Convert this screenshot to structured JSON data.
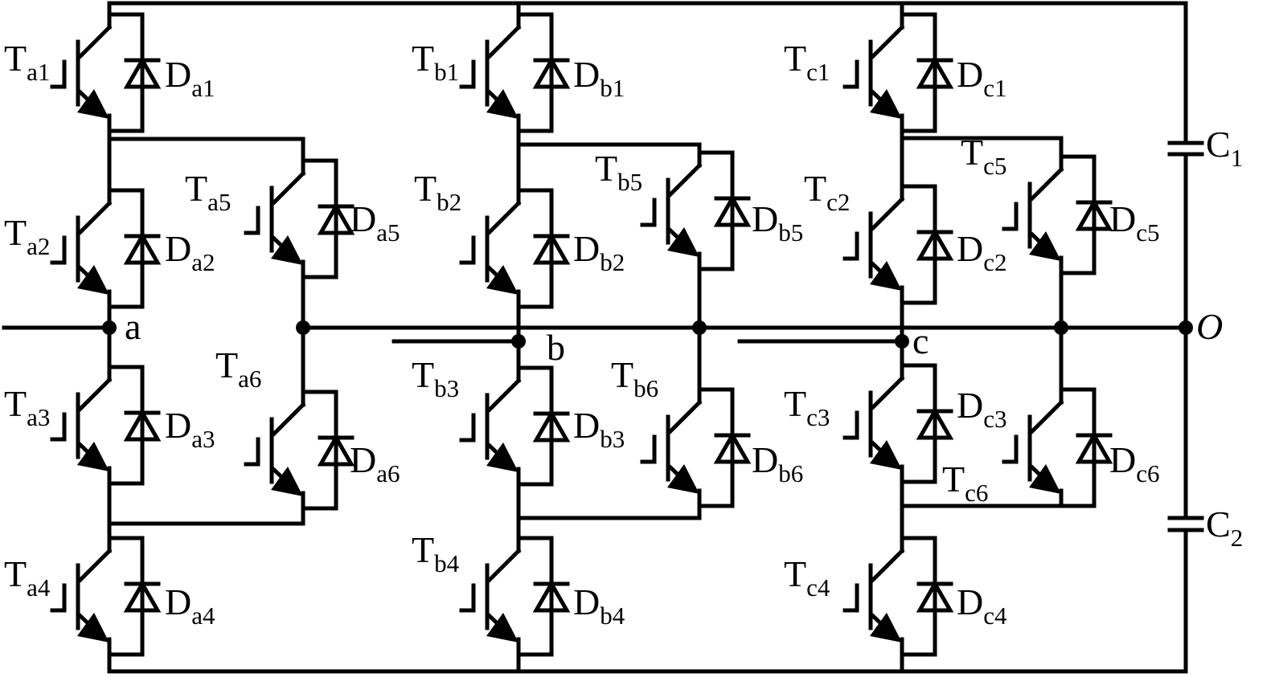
{
  "title": "Three-phase multilevel inverter topology",
  "colors": {
    "line": "#000000",
    "background": "#ffffff"
  },
  "transistors": [
    {
      "main": "T",
      "sub": "a1"
    },
    {
      "main": "T",
      "sub": "a2"
    },
    {
      "main": "T",
      "sub": "a3"
    },
    {
      "main": "T",
      "sub": "a4"
    },
    {
      "main": "T",
      "sub": "a5"
    },
    {
      "main": "T",
      "sub": "a6"
    },
    {
      "main": "T",
      "sub": "b1"
    },
    {
      "main": "T",
      "sub": "b2"
    },
    {
      "main": "T",
      "sub": "b3"
    },
    {
      "main": "T",
      "sub": "b4"
    },
    {
      "main": "T",
      "sub": "b5"
    },
    {
      "main": "T",
      "sub": "b6"
    },
    {
      "main": "T",
      "sub": "c1"
    },
    {
      "main": "T",
      "sub": "c2"
    },
    {
      "main": "T",
      "sub": "c3"
    },
    {
      "main": "T",
      "sub": "c4"
    },
    {
      "main": "T",
      "sub": "c5"
    },
    {
      "main": "T",
      "sub": "c6"
    }
  ],
  "diodes": [
    {
      "main": "D",
      "sub": "a1"
    },
    {
      "main": "D",
      "sub": "a2"
    },
    {
      "main": "D",
      "sub": "a3"
    },
    {
      "main": "D",
      "sub": "a4"
    },
    {
      "main": "D",
      "sub": "a5"
    },
    {
      "main": "D",
      "sub": "a6"
    },
    {
      "main": "D",
      "sub": "b1"
    },
    {
      "main": "D",
      "sub": "b2"
    },
    {
      "main": "D",
      "sub": "b3"
    },
    {
      "main": "D",
      "sub": "b4"
    },
    {
      "main": "D",
      "sub": "b5"
    },
    {
      "main": "D",
      "sub": "b6"
    },
    {
      "main": "D",
      "sub": "c1"
    },
    {
      "main": "D",
      "sub": "c2"
    },
    {
      "main": "D",
      "sub": "c3"
    },
    {
      "main": "D",
      "sub": "c4"
    },
    {
      "main": "D",
      "sub": "c5"
    },
    {
      "main": "D",
      "sub": "c6"
    }
  ],
  "capacitors": [
    {
      "main": "C",
      "sub": "1"
    },
    {
      "main": "C",
      "sub": "2"
    }
  ],
  "nodes": {
    "a": "a",
    "b": "b",
    "c": "c",
    "o": "O"
  }
}
